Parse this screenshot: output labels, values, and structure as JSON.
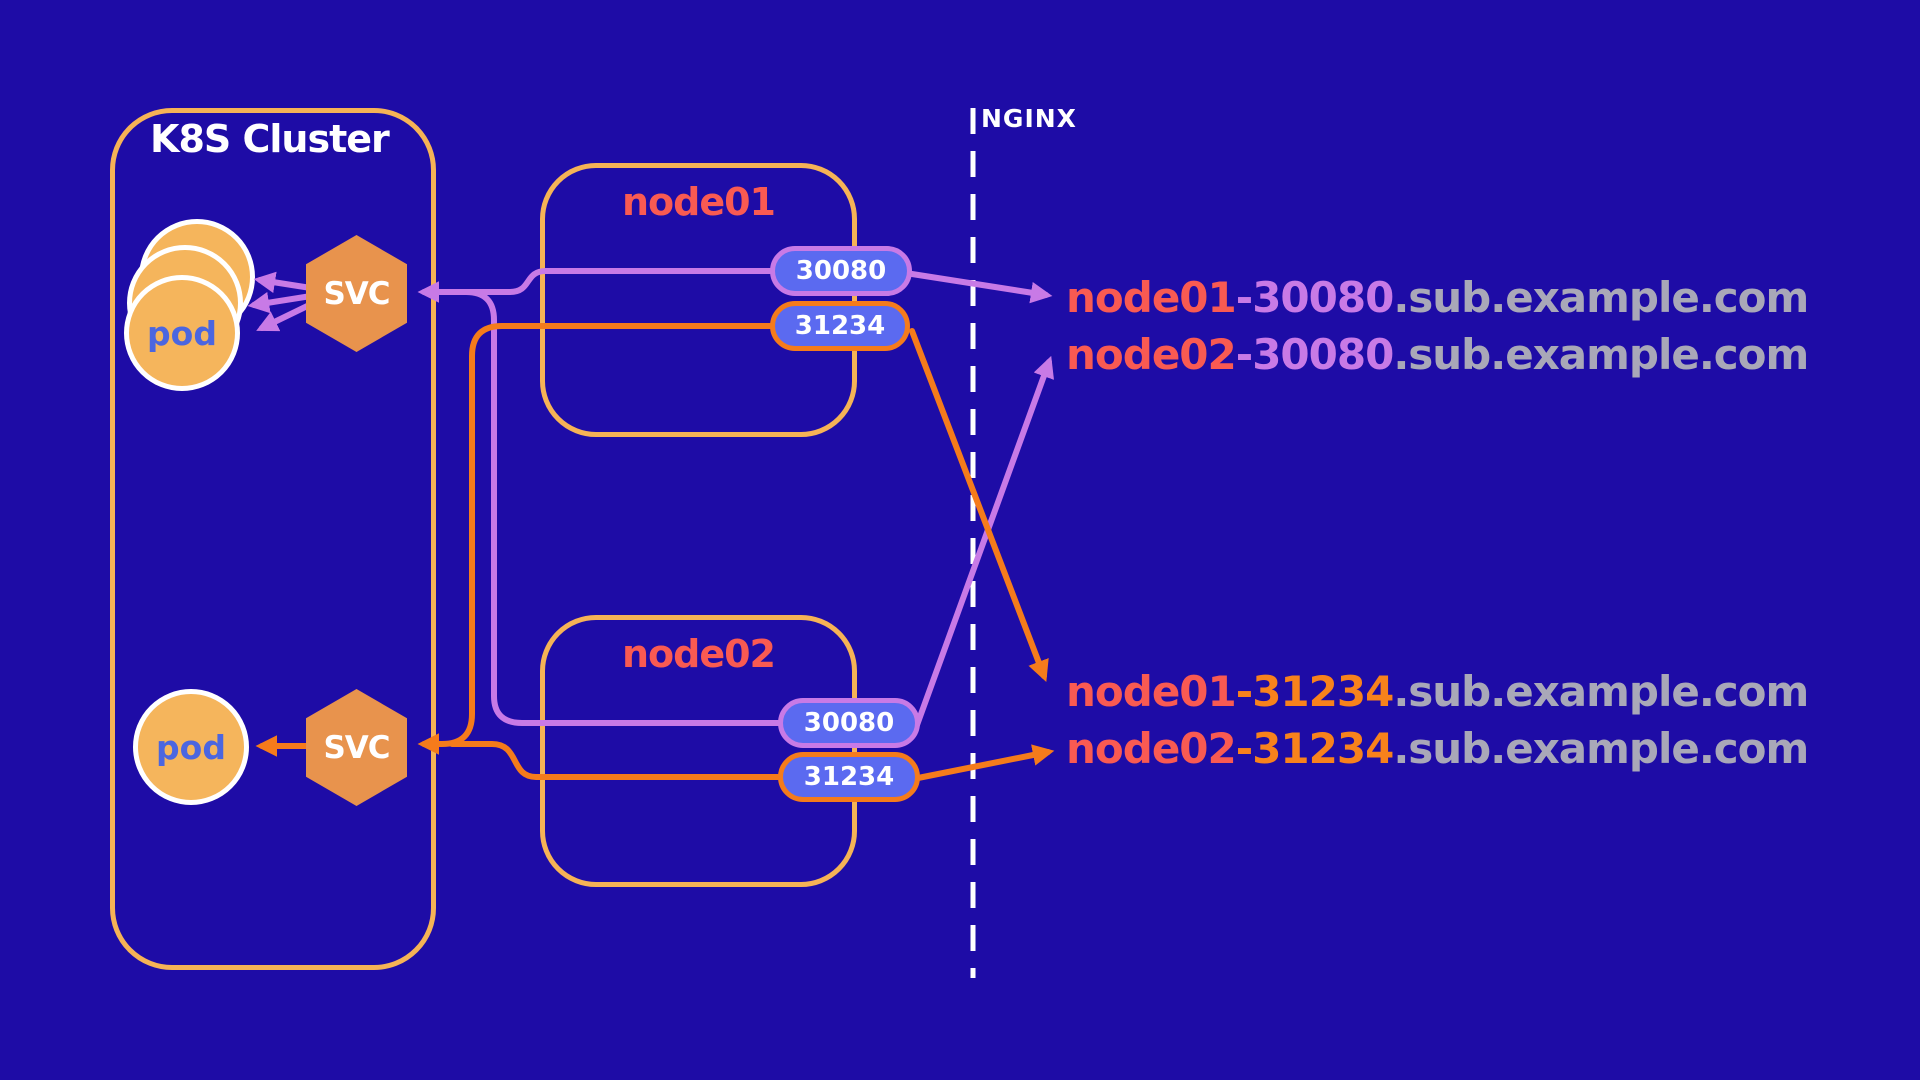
{
  "cluster": {
    "title": "K8S Cluster",
    "svc_label": "SVC",
    "pod_label": "pod"
  },
  "nodes": [
    {
      "title": "node01",
      "ports": [
        "30080",
        "31234"
      ]
    },
    {
      "title": "node02",
      "ports": [
        "30080",
        "31234"
      ]
    }
  ],
  "nginx_label": "NGINX",
  "domains": [
    {
      "node": "node01",
      "port": "-30080",
      "suffix": ".sub.example.com"
    },
    {
      "node": "node02",
      "port": "-30080",
      "suffix": ".sub.example.com"
    },
    {
      "node": "node01",
      "port": "-31234",
      "suffix": ".sub.example.com"
    },
    {
      "node": "node02",
      "port": "-31234",
      "suffix": ".sub.example.com"
    }
  ],
  "colors": {
    "background": "#1e0ca6",
    "box_border": "#f6b356",
    "node_title": "#f95a52",
    "violet_line": "#c87ae6",
    "orange_line": "#f57b1b",
    "badge_fill": "#5b6af0",
    "svc_fill": "#e8934d",
    "pod_fill": "#f5b55c",
    "pod_text": "#4b66e0",
    "domain_suffix_gray": "#a9a8b8",
    "white": "#ffffff"
  }
}
